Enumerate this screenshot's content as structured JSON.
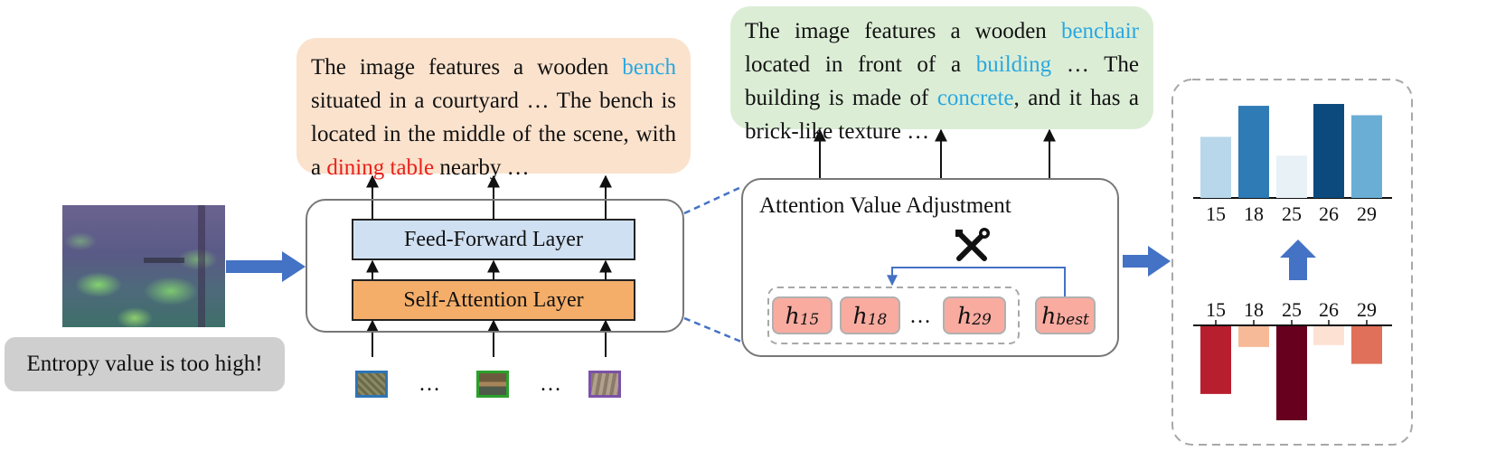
{
  "left_caption": "Entropy value is too high!",
  "orange_bubble": {
    "seg1": "The image features a wooden ",
    "hl1": "bench",
    "seg2": " situated in a courtyard … The bench is located in the middle of the scene, with a ",
    "hl2": "dining table",
    "seg3": " nearby …"
  },
  "green_bubble": {
    "seg1": "The image features a wooden ",
    "hl1": "benchair",
    "seg2": " located in front of a ",
    "hl2": "building",
    "seg3": " … The building is made of ",
    "hl3": "concrete",
    "seg4": ", and it has a brick-like texture …"
  },
  "transformer": {
    "ffn_label": "Feed-Forward Layer",
    "attn_label": "Self-Attention Layer",
    "ellipsis": "…"
  },
  "adjustment": {
    "title": "Attention Value Adjustment",
    "tool_icon": "wrench-screwdriver-icon",
    "heads": [
      {
        "base": "h",
        "sub": "15"
      },
      {
        "base": "h",
        "sub": "18"
      },
      {
        "base": "h",
        "sub": "29"
      }
    ],
    "ellipsis": "…",
    "best": {
      "base": "h",
      "sub": "best"
    }
  },
  "colors": {
    "blue_arrow": "#4472c4",
    "orange_bubble": "#fbe2cd",
    "green_bubble": "#dcedd6",
    "ffn_fill": "#cfe0f2",
    "attn_fill": "#f4ae6a",
    "head_fill": "#f9aba0",
    "highlight_blue": "#29a8e0",
    "highlight_red": "#e8201a"
  },
  "chart_data": [
    {
      "type": "bar",
      "categories": [
        "15",
        "18",
        "25",
        "26",
        "29"
      ],
      "values": [
        0.65,
        0.98,
        0.45,
        1.0,
        0.88
      ],
      "colors": [
        "#b9d7ea",
        "#2f7bb6",
        "#e8f1f6",
        "#0c4a7e",
        "#6aaed6"
      ],
      "ylim": [
        0,
        1
      ]
    },
    {
      "type": "bar",
      "categories": [
        "15",
        "18",
        "25",
        "26",
        "29"
      ],
      "values": [
        -0.72,
        -0.22,
        -1.0,
        -0.2,
        -0.4
      ],
      "colors": [
        "#b81f2e",
        "#f6ba98",
        "#67001f",
        "#fde1d2",
        "#e0705a"
      ],
      "ylim": [
        -1,
        0
      ]
    }
  ]
}
